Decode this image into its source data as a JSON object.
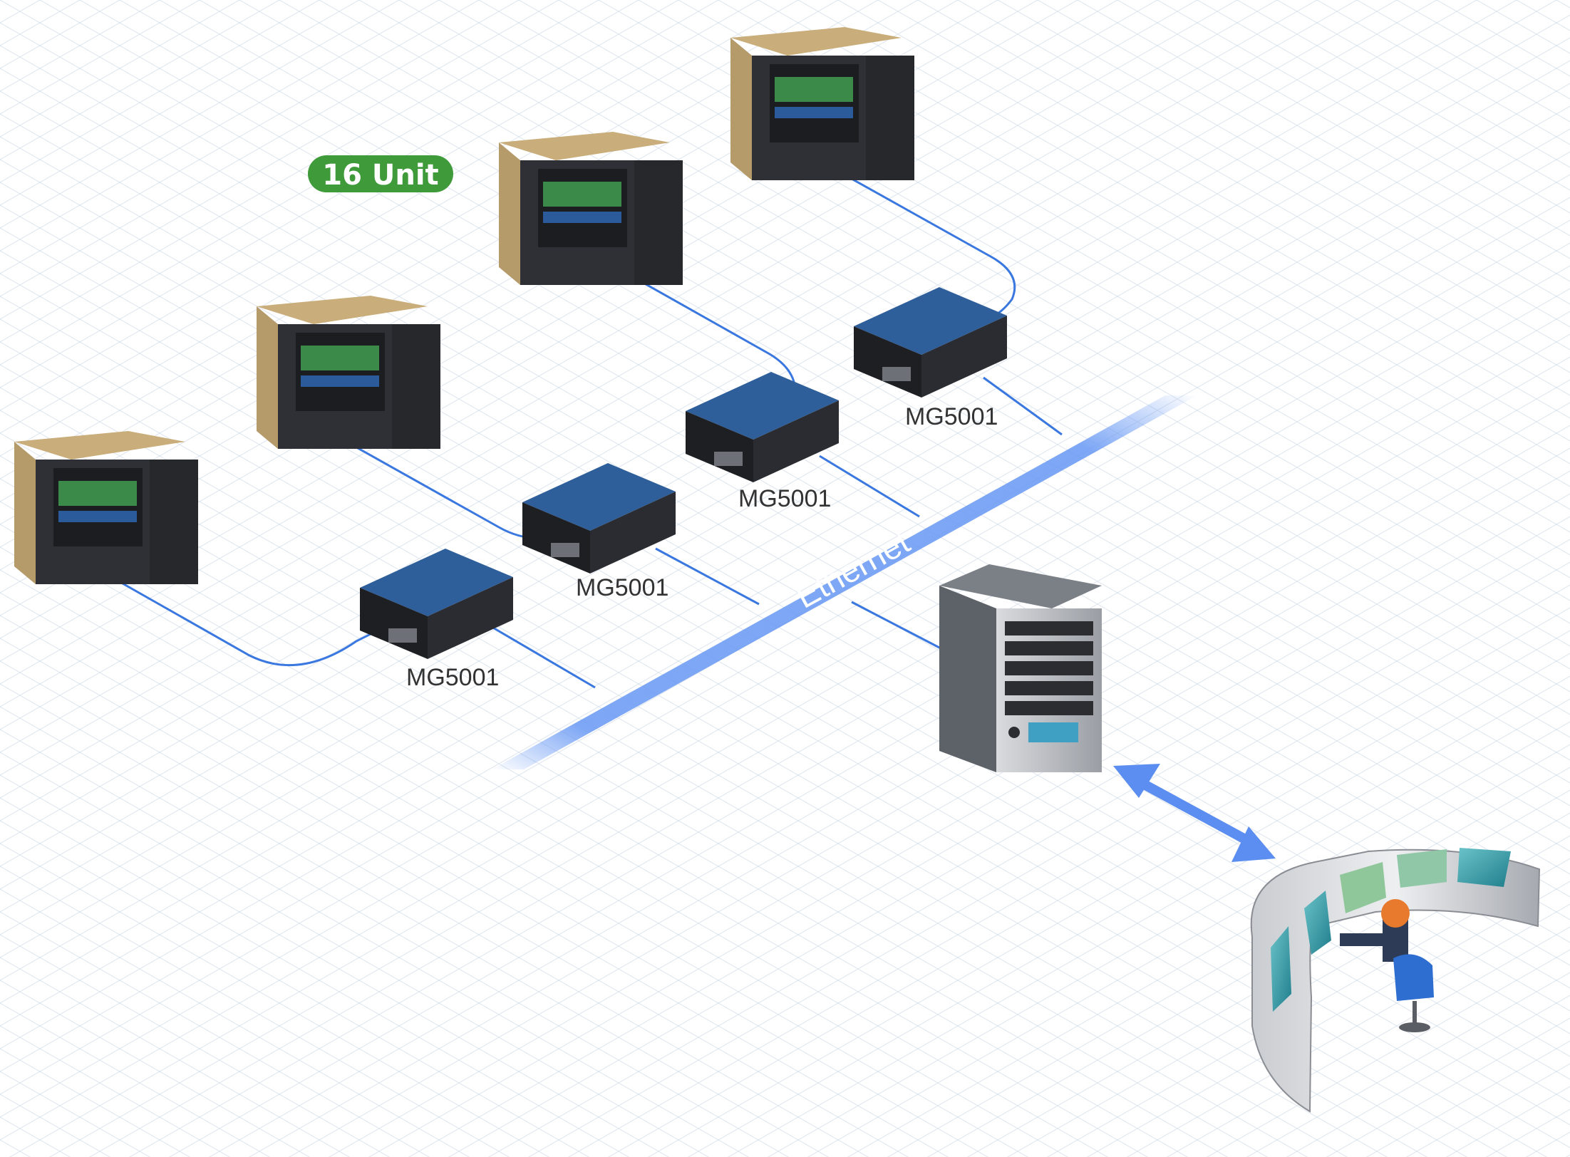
{
  "badge": {
    "label": "16 Unit",
    "color": "#3f9a3a"
  },
  "network": {
    "label": "Ethernet",
    "color": "#5b8ef0"
  },
  "gateways": [
    {
      "label": "MG5001"
    },
    {
      "label": "MG5001"
    },
    {
      "label": "MG5001"
    },
    {
      "label": "MG5001"
    }
  ],
  "colors": {
    "cable": "#3a78e0",
    "grid": "#e6ecf3",
    "relay_body": "#2e3035",
    "relay_side": "#b59a6a",
    "gateway_top": "#2f5f9a"
  },
  "icons": [
    "protection-relay-icon",
    "gateway-icon",
    "server-icon",
    "control-room-icon",
    "bidirectional-arrow-icon"
  ]
}
